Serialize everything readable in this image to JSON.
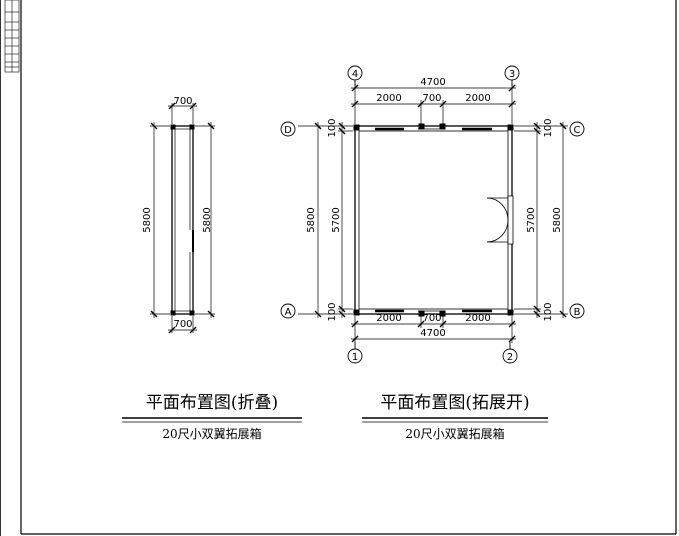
{
  "folded_plan": {
    "title": "平面布置图(折叠)",
    "subtitle": "20尺小双翼拓展箱",
    "dim_top": "700",
    "dim_bottom": "700",
    "dim_left": "5800",
    "dim_right": "5800"
  },
  "expanded_plan": {
    "title": "平面布置图(拓展开)",
    "subtitle": "20尺小双翼拓展箱",
    "axes": {
      "a": "A",
      "b": "B",
      "c": "C",
      "d": "D",
      "n1": "1",
      "n2": "2",
      "n3": "3",
      "n4": "4"
    },
    "dim_top_total": "4700",
    "dim_top_left": "2000",
    "dim_top_mid": "700",
    "dim_top_right": "2000",
    "dim_bottom_left": "2000",
    "dim_bottom_mid": "700",
    "dim_bottom_right": "2000",
    "dim_bottom_total": "4700",
    "dim_left_total": "5800",
    "dim_left_inner": "5700",
    "dim_left_top": "100",
    "dim_left_bottom": "100",
    "dim_right_total": "5800",
    "dim_right_inner": "5700",
    "dim_right_top": "100",
    "dim_right_bottom": "100"
  }
}
